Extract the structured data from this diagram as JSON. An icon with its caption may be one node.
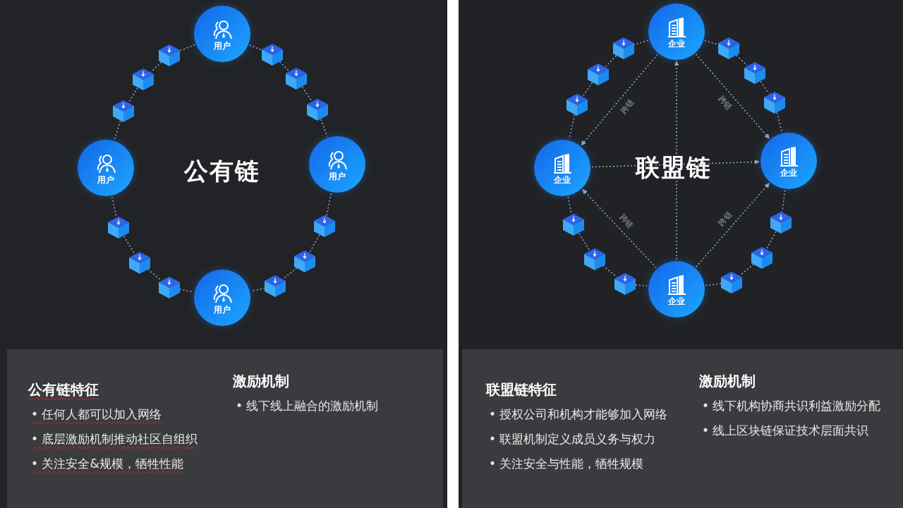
{
  "diagram": {
    "nodes": [
      {
        "text": [
          "用户"
        ]
      },
      {
        "text": [
          "用户"
        ]
      },
      {
        "text": [
          "用户"
        ]
      },
      {
        "text": [
          "用户"
        ]
      },
      {
        "text": [],
        "shape": "cube"
      },
      {
        "text": [],
        "shape": "cube"
      },
      {
        "text": [],
        "shape": "cube"
      },
      {
        "text": [],
        "shape": "cube"
      },
      {
        "text": [],
        "shape": "cube"
      },
      {
        "text": [],
        "shape": "cube"
      },
      {
        "text": [],
        "shape": "cube"
      },
      {
        "text": [],
        "shape": "cube"
      },
      {
        "text": [],
        "shape": "cube"
      },
      {
        "text": [],
        "shape": "cube"
      },
      {
        "text": [],
        "shape": "cube"
      },
      {
        "text": [],
        "shape": "cube"
      },
      {
        "text": [
          "企业"
        ]
      },
      {
        "text": [
          "企业"
        ]
      },
      {
        "text": [
          "企业"
        ]
      },
      {
        "text": [
          "企业"
        ]
      },
      {
        "text": [],
        "shape": "cube"
      },
      {
        "text": [],
        "shape": "cube"
      },
      {
        "text": [],
        "shape": "cube"
      },
      {
        "text": [],
        "shape": "cube"
      },
      {
        "text": [],
        "shape": "cube"
      },
      {
        "text": [],
        "shape": "cube"
      },
      {
        "text": [],
        "shape": "cube"
      },
      {
        "text": [],
        "shape": "cube"
      },
      {
        "text": [],
        "shape": "cube"
      },
      {
        "text": [],
        "shape": "cube"
      },
      {
        "text": [],
        "shape": "cube"
      },
      {
        "text": [],
        "shape": "cube"
      },
      {
        "text": [
          "公有链特征",
          "• 任何人都可以加入网络",
          "• 底层激励机制推动社区自组织",
          "• 关注安全&规模，牺牲性能",
          "激励机制",
          "• 线下线上融合的激励机制"
        ]
      },
      {
        "text": [
          "联盟链特征",
          "• 授权公司和机构才能够加入网络",
          "• 联盟机制定义成员义务与权力",
          "• 关注安全与性能，牺牲规模",
          "激励机制",
          "• 线下机构协商共识利益激励分配",
          "• 线上区块链保证技术层面共识"
        ]
      }
    ],
    "edges": [
      {
        "from": 0,
        "to": 4,
        "arrow": "none"
      },
      {
        "from": 4,
        "to": 5,
        "arrow": "none"
      },
      {
        "from": 5,
        "to": 6,
        "arrow": "none"
      },
      {
        "from": 6,
        "to": 1,
        "arrow": "none"
      },
      {
        "from": 0,
        "to": 7,
        "arrow": "none"
      },
      {
        "from": 7,
        "to": 8,
        "arrow": "none"
      },
      {
        "from": 8,
        "to": 9,
        "arrow": "none"
      },
      {
        "from": 9,
        "to": 2,
        "arrow": "none"
      },
      {
        "from": 1,
        "to": 10,
        "arrow": "none"
      },
      {
        "from": 10,
        "to": 11,
        "arrow": "none"
      },
      {
        "from": 11,
        "to": 12,
        "arrow": "none"
      },
      {
        "from": 12,
        "to": 3,
        "arrow": "none"
      },
      {
        "from": 2,
        "to": 13,
        "arrow": "none"
      },
      {
        "from": 13,
        "to": 14,
        "arrow": "none"
      },
      {
        "from": 14,
        "to": 15,
        "arrow": "none"
      },
      {
        "from": 15,
        "to": 3,
        "arrow": "none"
      },
      {
        "from": 16,
        "to": 20,
        "arrow": "none"
      },
      {
        "from": 20,
        "to": 21,
        "arrow": "none"
      },
      {
        "from": 21,
        "to": 22,
        "arrow": "none"
      },
      {
        "from": 22,
        "to": 17,
        "arrow": "none"
      },
      {
        "from": 16,
        "to": 23,
        "arrow": "none"
      },
      {
        "from": 23,
        "to": 24,
        "arrow": "none"
      },
      {
        "from": 24,
        "to": 25,
        "arrow": "none"
      },
      {
        "from": 25,
        "to": 18,
        "arrow": "none"
      },
      {
        "from": 17,
        "to": 26,
        "arrow": "none"
      },
      {
        "from": 26,
        "to": 27,
        "arrow": "none"
      },
      {
        "from": 27,
        "to": 28,
        "arrow": "none"
      },
      {
        "from": 28,
        "to": 19,
        "arrow": "none"
      },
      {
        "from": 18,
        "to": 29,
        "arrow": "none"
      },
      {
        "from": 29,
        "to": 30,
        "arrow": "none"
      },
      {
        "from": 30,
        "to": 31,
        "arrow": "none"
      },
      {
        "from": 31,
        "to": 19,
        "arrow": "none"
      },
      {
        "from": 16,
        "to": 17,
        "arrow": "to",
        "label": "跨链"
      },
      {
        "from": 16,
        "to": 18,
        "arrow": "to",
        "label": "跨链"
      },
      {
        "from": 19,
        "to": 17,
        "arrow": "to",
        "label": "跨链"
      },
      {
        "from": 19,
        "to": 18,
        "arrow": "to",
        "label": "跨链"
      },
      {
        "from": 19,
        "to": 16,
        "arrow": "to"
      },
      {
        "from": 17,
        "to": 18,
        "arrow": "to"
      }
    ],
    "labels": [
      "公有链",
      "联盟链"
    ]
  }
}
